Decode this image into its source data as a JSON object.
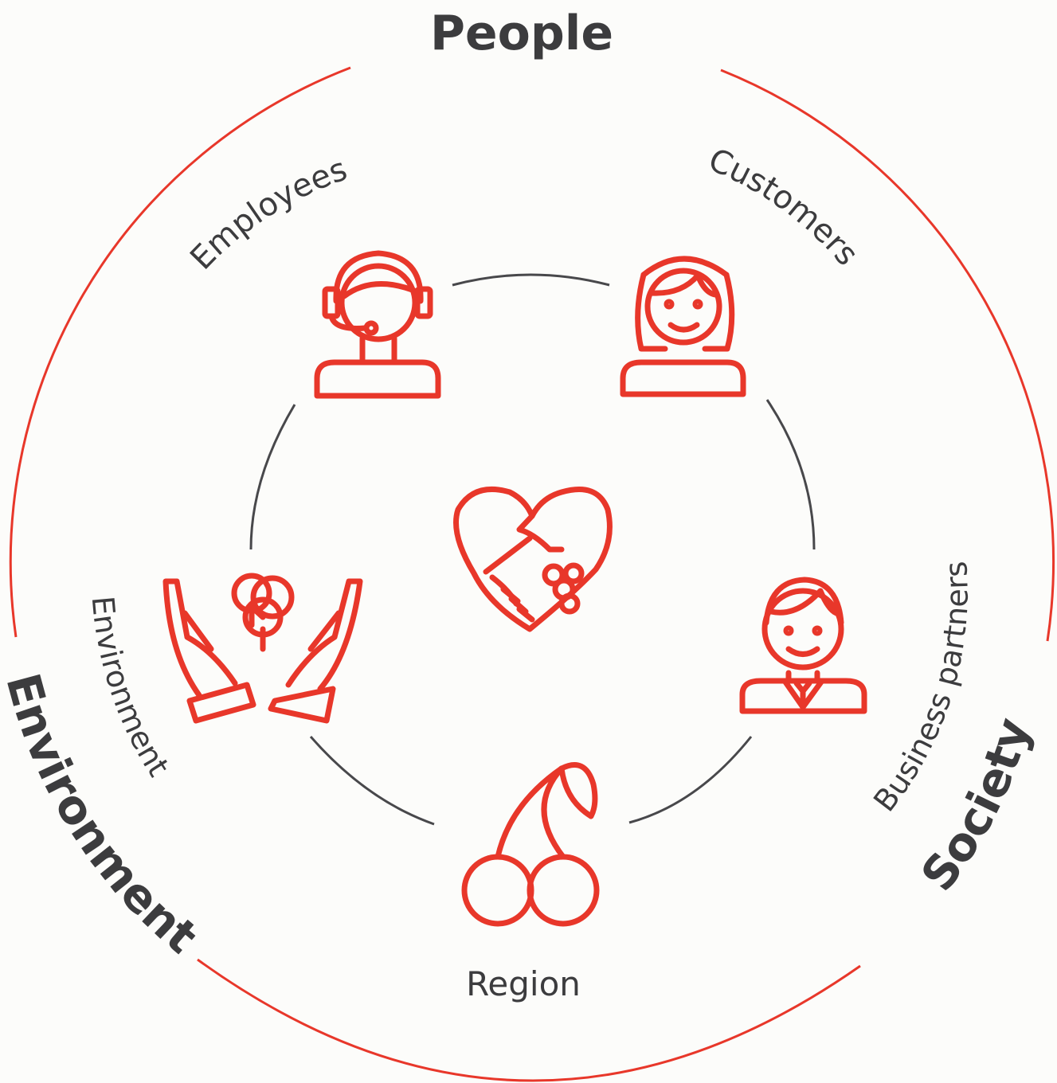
{
  "colors": {
    "accent": "#e8372a",
    "ink": "#3c3c3e",
    "background": "#fcfcfa"
  },
  "outer_labels": {
    "people": "People",
    "society": "Society",
    "environment": "Environment"
  },
  "stakeholders": {
    "employees": "Employees",
    "customers": "Customers",
    "business_partners": "Business partners",
    "region": "Region",
    "environment": "Environment"
  },
  "icons": {
    "employees": "headset-person-icon",
    "customers": "woman-person-icon",
    "business_partners": "businessman-icon",
    "region": "cherry-icon",
    "environment": "hands-tree-icon",
    "center": "heart-handshake-icon"
  }
}
